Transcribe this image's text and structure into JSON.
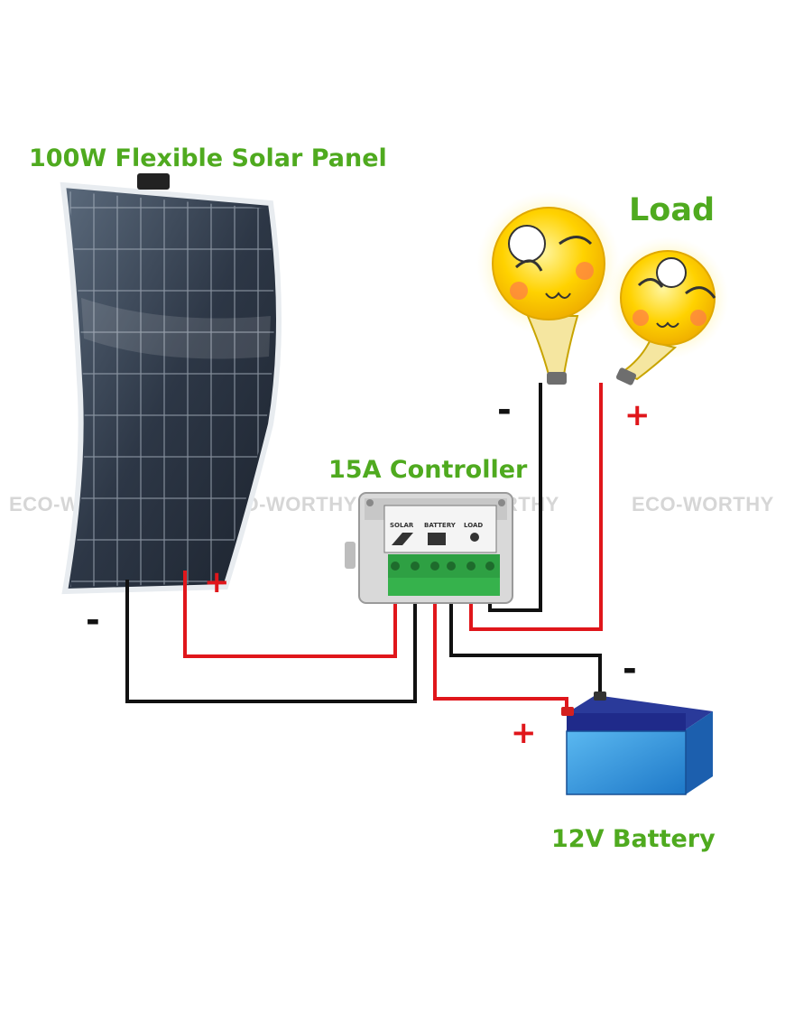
{
  "title": "",
  "labels": {
    "solar_panel": "100W Flexible Solar Panel",
    "load": "Load",
    "controller": "15A Controller",
    "battery": "12V Battery"
  },
  "controller_terminals": {
    "solar": "SOLAR",
    "battery": "BATTERY",
    "load": "LOAD"
  },
  "watermark": "ECO-WORTHY",
  "signs": {
    "plus": "+",
    "minus": "-"
  },
  "colors": {
    "label_green": "#4faa1f",
    "positive_wire": "#e0161b",
    "negative_wire": "#111111",
    "sign_red": "#e0161b",
    "sign_black": "#111111",
    "battery_body": "#3a9cdf",
    "battery_lid": "#1f2a8a",
    "bulb_yellow": "#ffd200",
    "controller_body": "#d9d9d9",
    "terminal_green": "#2ea043"
  }
}
